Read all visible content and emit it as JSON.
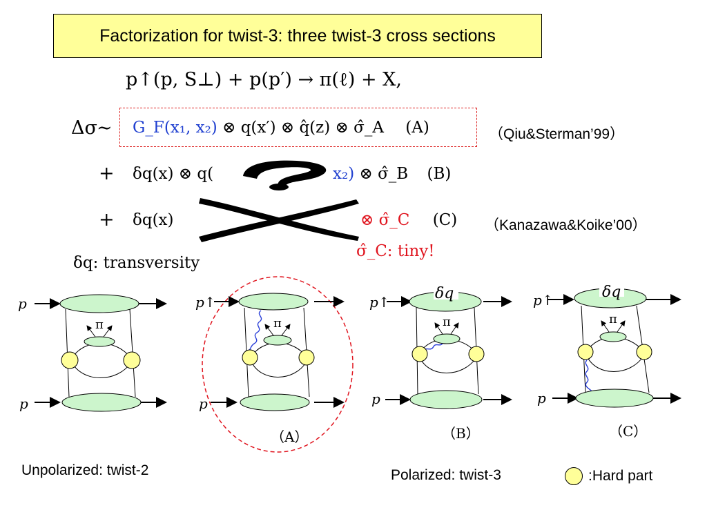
{
  "title": "Factorization for twist-3: three twist-3 cross sections",
  "process": "p↑(p, S⊥) + p(p′) → π(ℓ) + X,",
  "delta_sigma": "Δσ",
  "sim": "∼",
  "plus": "+",
  "termA": {
    "main": "G_F(x₁, x₂)",
    "rest": "⊗ q(x′) ⊗ q̂(z) ⊗ σ̂_A",
    "tag": "(A)"
  },
  "termB": {
    "left": "δq(x) ⊗ q(",
    "right_blue": "x₂)",
    "right": "⊗ σ̂_B",
    "tag": "(B)"
  },
  "termC": {
    "left": "δq(x)",
    "right": "⊗ σ̂_C",
    "tag": "(C)"
  },
  "ref1": "（Qiu&Sterman’99）",
  "ref2": "（Kanazawa&Koike’00）",
  "question_mark": "?",
  "tiny_note": "σ̂_C: tiny!",
  "transversity": "δq: transversity",
  "diagrams": {
    "p_label": "p",
    "pup_label": "p↑",
    "pi_label": "π",
    "dq_label": "δq",
    "label_A": "（A）",
    "label_B": "（B）",
    "label_C": "（C）"
  },
  "caption_unpolarized": "Unpolarized: twist-2",
  "caption_polarized": "Polarized: twist-3",
  "legend_hard": ":Hard part",
  "colors": {
    "title_bg": "#ffff99",
    "blob": "#ccf5cc",
    "hard": "#ffff99",
    "dashed": "#e0141e",
    "gluon": "#2a3fd8",
    "blue_text": "#1f3fd0"
  }
}
